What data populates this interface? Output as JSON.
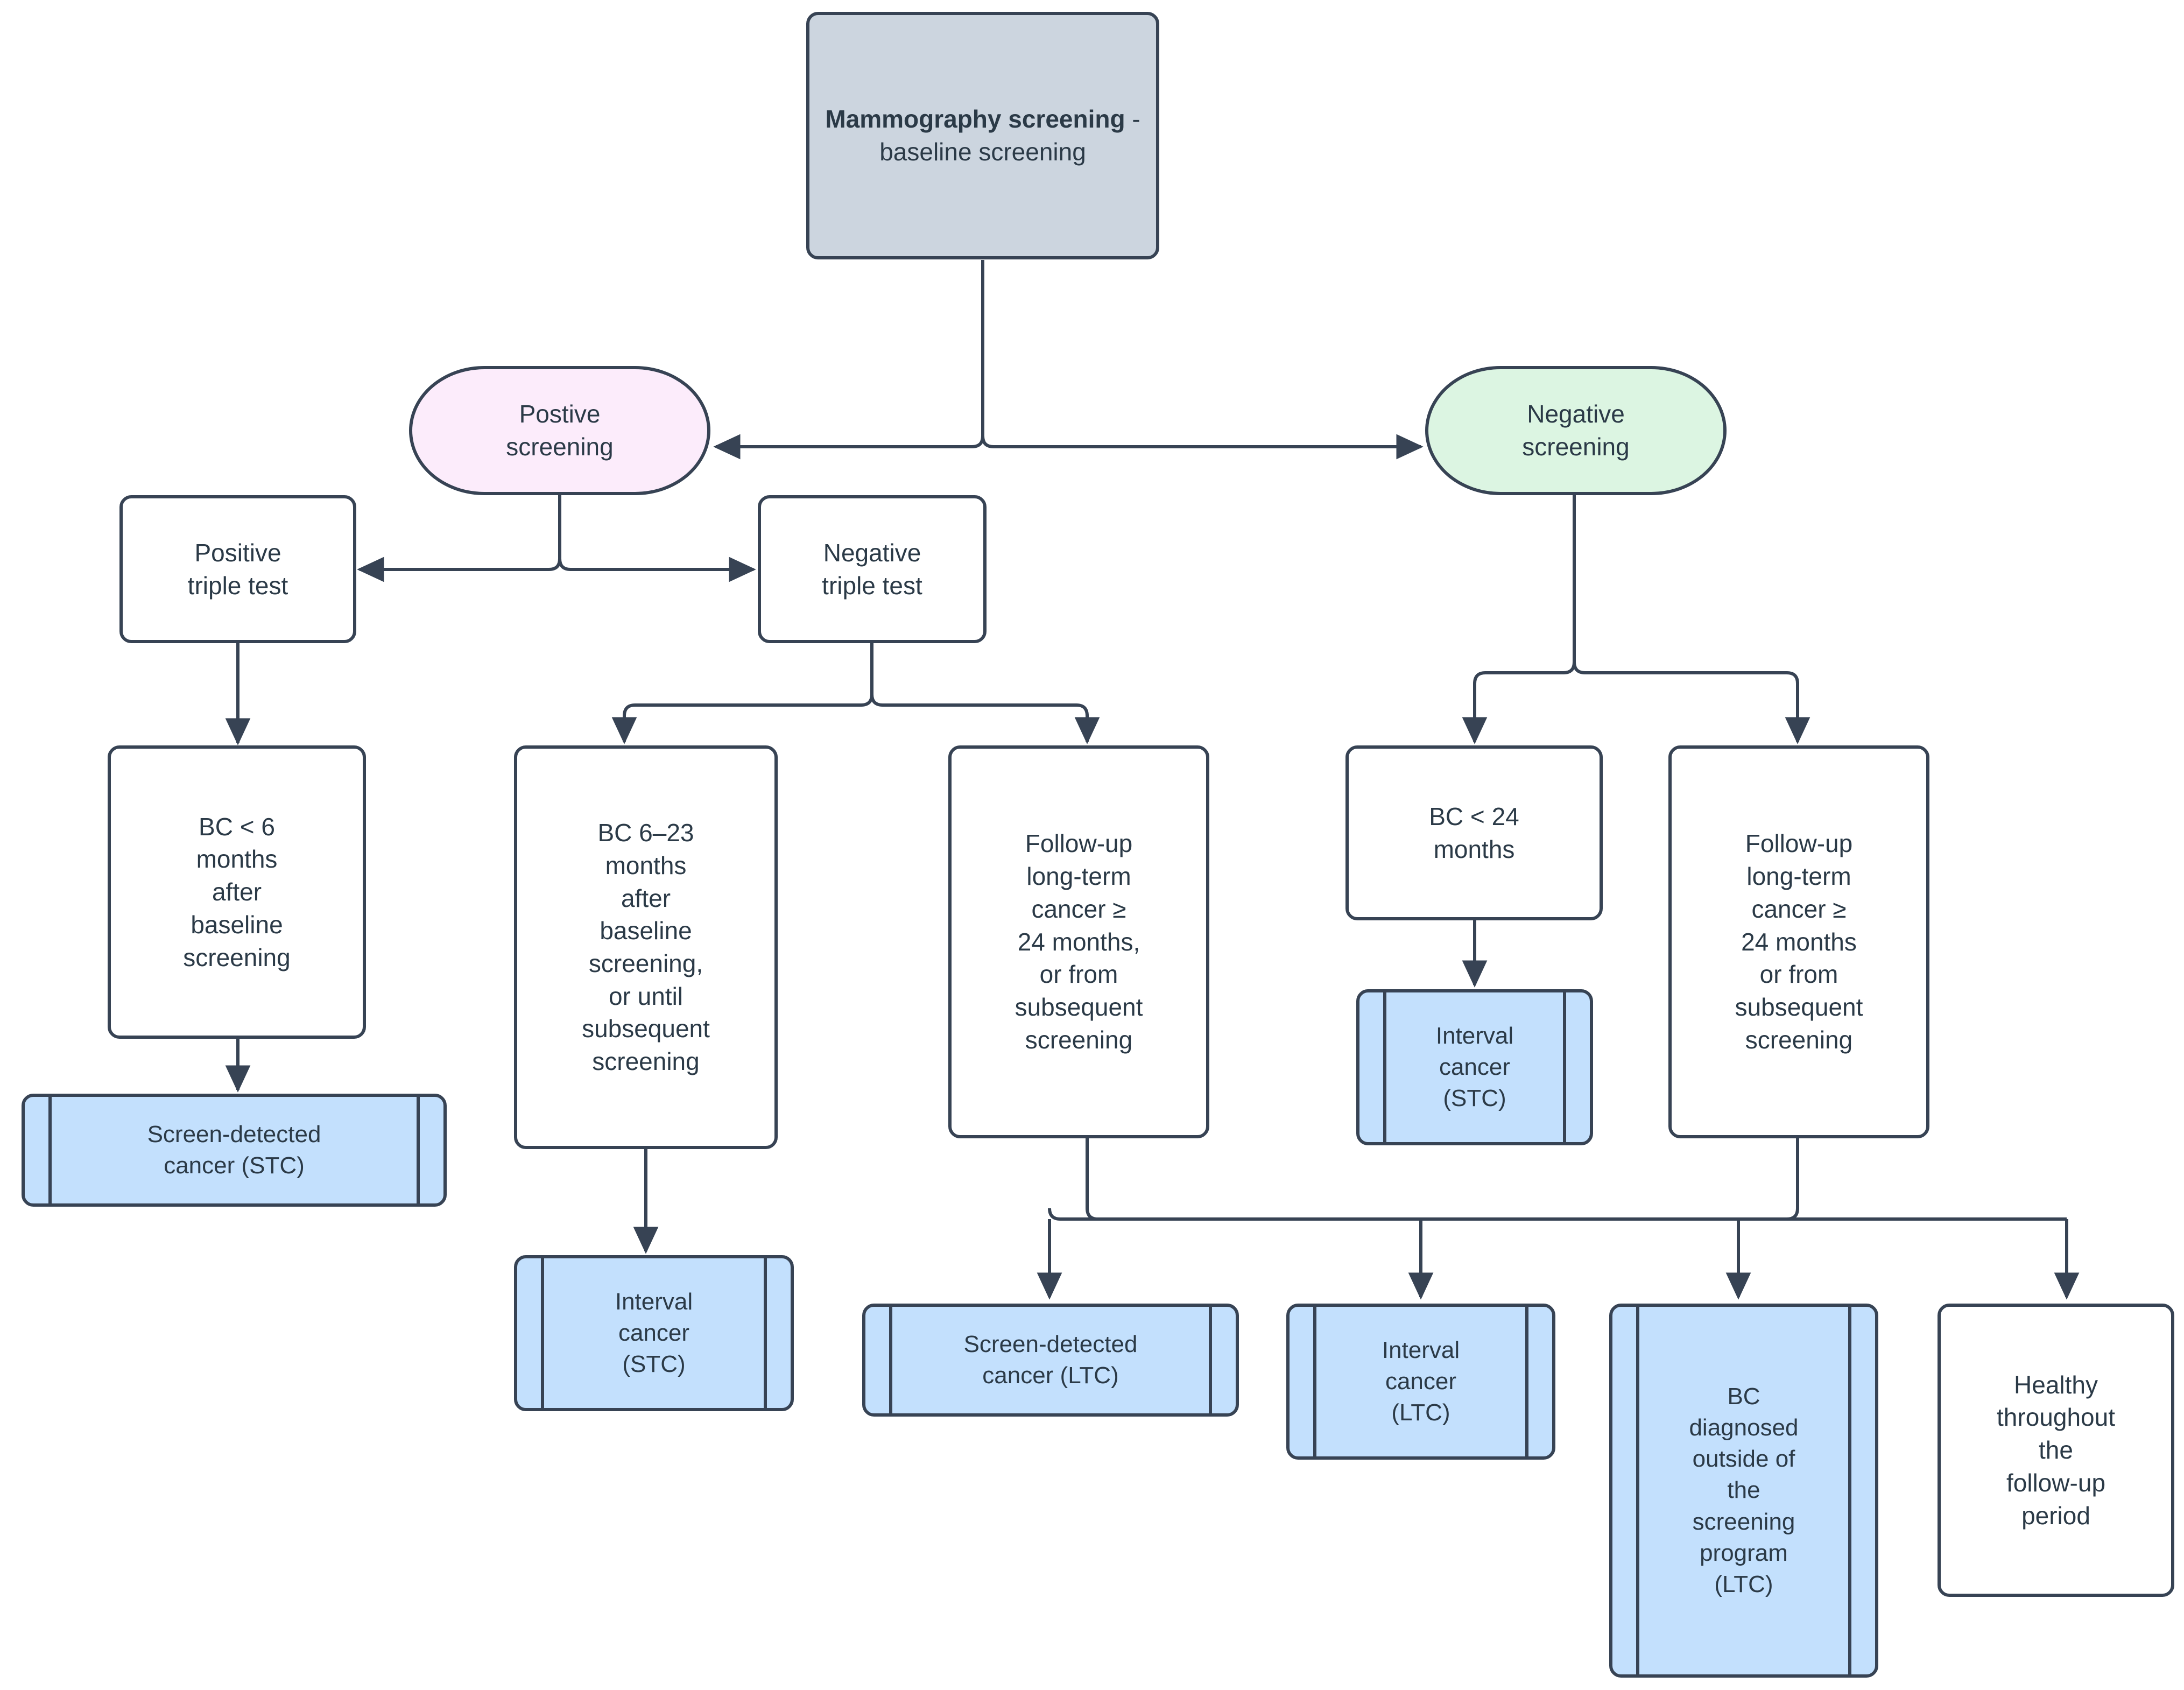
{
  "diagram": {
    "title": "Mammography screening outcome classification flowchart",
    "colors": {
      "stroke": "#374354",
      "text": "#2b3a47",
      "gray_fill": "#ccd5df",
      "pink_fill": "#fcecfb",
      "green_fill": "#dcf5e2",
      "blue_fill": "#c3e0fd",
      "white_fill": "#ffffff"
    },
    "nodes": {
      "root": {
        "label_bold": "Mammography screening",
        "label_rest": " - baseline screening",
        "shape": "rounded-rect",
        "fill": "#ccd5df"
      },
      "positive_screening": {
        "label": "Postive\nscreening",
        "shape": "stadium",
        "fill": "#fcecfb"
      },
      "negative_screening": {
        "label": "Negative\nscreening",
        "shape": "stadium",
        "fill": "#dcf5e2"
      },
      "positive_triple_test": {
        "label": "Positive\ntriple test",
        "shape": "rounded-rect",
        "fill": "#ffffff"
      },
      "negative_triple_test": {
        "label": "Negative\ntriple test",
        "shape": "rounded-rect",
        "fill": "#ffffff"
      },
      "bc_lt_6": {
        "label": "BC < 6\nmonths\nafter\nbaseline\nscreening",
        "shape": "rounded-rect",
        "fill": "#ffffff"
      },
      "bc_6_23": {
        "label": "BC 6–23\nmonths\nafter\nbaseline\nscreening,\nor until\nsubsequent\nscreening",
        "shape": "rounded-rect",
        "fill": "#ffffff"
      },
      "followup_ltc_left": {
        "label": "Follow-up\nlong-term\ncancer ≥\n24 months,\nor from\nsubsequent\nscreening",
        "shape": "rounded-rect",
        "fill": "#ffffff"
      },
      "bc_lt_24": {
        "label": "BC < 24\nmonths",
        "shape": "rounded-rect",
        "fill": "#ffffff"
      },
      "followup_ltc_right": {
        "label": "Follow-up\nlong-term\ncancer ≥\n24 months\nor from\nsubsequent\nscreening",
        "shape": "rounded-rect",
        "fill": "#ffffff"
      },
      "stc_screen_detected": {
        "label": "Screen-detected\ncancer (STC)",
        "shape": "subroutine",
        "fill": "#c3e0fd"
      },
      "stc_interval_left": {
        "label": "Interval\ncancer\n(STC)",
        "shape": "subroutine",
        "fill": "#c3e0fd"
      },
      "stc_interval_right": {
        "label": "Interval\ncancer\n(STC)",
        "shape": "subroutine",
        "fill": "#c3e0fd"
      },
      "ltc_screen_detected": {
        "label": "Screen-detected\ncancer (LTC)",
        "shape": "subroutine",
        "fill": "#c3e0fd"
      },
      "ltc_interval": {
        "label": "Interval\ncancer\n(LTC)",
        "shape": "subroutine",
        "fill": "#c3e0fd"
      },
      "ltc_outside_program": {
        "label": "BC\ndiagnosed\noutside of\nthe\nscreening\nprogram\n(LTC)",
        "shape": "subroutine",
        "fill": "#c3e0fd"
      },
      "healthy": {
        "label": "Healthy\nthroughout\nthe\nfollow-up\nperiod",
        "shape": "rounded-rect",
        "fill": "#ffffff"
      }
    },
    "edges": [
      {
        "from": "root",
        "to": "positive_screening"
      },
      {
        "from": "root",
        "to": "negative_screening"
      },
      {
        "from": "positive_screening",
        "to": "positive_triple_test"
      },
      {
        "from": "positive_screening",
        "to": "negative_triple_test"
      },
      {
        "from": "positive_triple_test",
        "to": "bc_lt_6"
      },
      {
        "from": "bc_lt_6",
        "to": "stc_screen_detected"
      },
      {
        "from": "negative_triple_test",
        "to": "bc_6_23"
      },
      {
        "from": "negative_triple_test",
        "to": "followup_ltc_left"
      },
      {
        "from": "bc_6_23",
        "to": "stc_interval_left"
      },
      {
        "from": "negative_screening",
        "to": "bc_lt_24"
      },
      {
        "from": "negative_screening",
        "to": "followup_ltc_right"
      },
      {
        "from": "bc_lt_24",
        "to": "stc_interval_right"
      },
      {
        "from": "followup_ltc_left",
        "to": "ltc_screen_detected"
      },
      {
        "from": "followup_ltc_left",
        "to": "ltc_interval"
      },
      {
        "from": "followup_ltc_left",
        "to": "ltc_outside_program"
      },
      {
        "from": "followup_ltc_left",
        "to": "healthy"
      },
      {
        "from": "followup_ltc_right",
        "to": "ltc_screen_detected"
      },
      {
        "from": "followup_ltc_right",
        "to": "ltc_interval"
      },
      {
        "from": "followup_ltc_right",
        "to": "ltc_outside_program"
      },
      {
        "from": "followup_ltc_right",
        "to": "healthy"
      }
    ]
  }
}
